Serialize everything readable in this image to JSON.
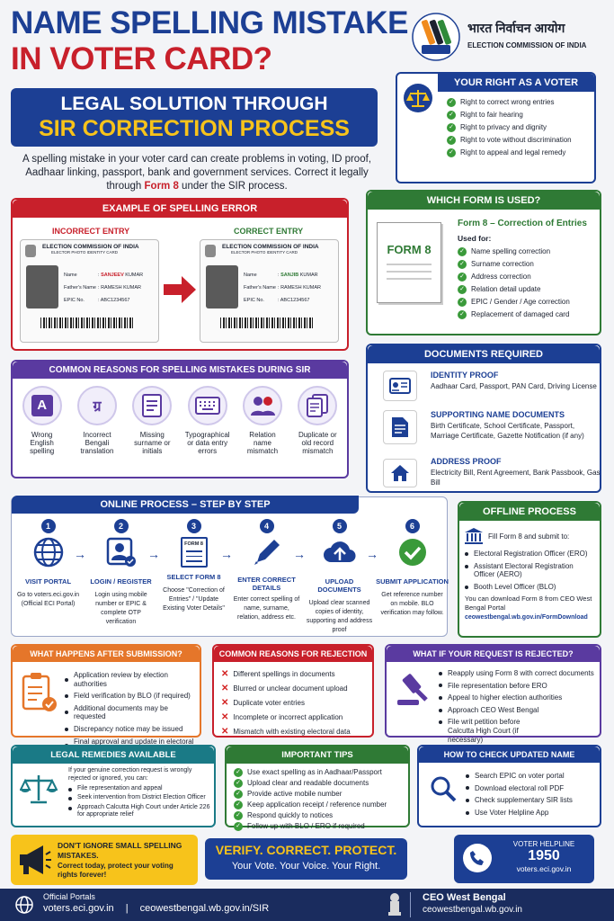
{
  "header": {
    "title_line1": "NAME SPELLING MISTAKE",
    "title_line2": "IN VOTER CARD?",
    "banner_line1": "LEGAL SOLUTION THROUGH",
    "banner_line2": "SIR CORRECTION PROCESS",
    "intro_part1": "A spelling mistake in your voter card can create problems in voting, ID proof, Aadhaar linking, passport, bank and government services. Correct it legally through ",
    "intro_highlight": "Form 8",
    "intro_part2": " under the SIR process.",
    "eci_hindi": "भारत निर्वाचन आयोग",
    "eci_english": "ELECTION COMMISSION OF INDIA"
  },
  "rights": {
    "title": "YOUR RIGHT AS A VOTER",
    "items": [
      "Right to correct wrong entries",
      "Right to fair hearing",
      "Right to privacy and dignity",
      "Right to vote without discrimination",
      "Right to appeal and legal remedy"
    ]
  },
  "example": {
    "title": "EXAMPLE OF SPELLING ERROR",
    "incorrect_label": "INCORRECT ENTRY",
    "correct_label": "CORRECT ENTRY",
    "card_header": "ELECTION COMMISSION OF INDIA",
    "card_sub": "ELECTOR PHOTO IDENTITY CARD",
    "name_label": "Name",
    "father_label": "Father's Name",
    "epic_label": "EPIC No.",
    "incorrect_first": "SANJEEV",
    "correct_first": "SANJIB",
    "surname": "KUMAR",
    "father_value": "RAMESH KUMAR",
    "epic_value": "ABC1234567"
  },
  "which_form": {
    "title": "WHICH FORM IS USED?",
    "form_label": "FORM 8",
    "heading": "Form 8 – Correction of Entries",
    "used_for": "Used for:",
    "items": [
      "Name spelling correction",
      "Surname correction",
      "Address correction",
      "Relation detail update",
      "EPIC / Gender / Age correction",
      "Replacement of damaged card"
    ]
  },
  "reasons": {
    "title": "COMMON REASONS FOR SPELLING MISTAKES DURING SIR",
    "items": [
      {
        "icon": "A",
        "label": "Wrong English spelling"
      },
      {
        "icon": "ग्र",
        "label": "Incorrect Bengali translation"
      },
      {
        "icon": "list-icon",
        "label": "Missing surname or initials"
      },
      {
        "icon": "keyboard-icon",
        "label": "Typographical or data entry errors"
      },
      {
        "icon": "people-icon",
        "label": "Relation name mismatch"
      },
      {
        "icon": "duplicate-icon",
        "label": "Duplicate or old record mismatch"
      }
    ]
  },
  "documents": {
    "title": "DOCUMENTS REQUIRED",
    "items": [
      {
        "heading": "IDENTITY PROOF",
        "text": "Aadhaar Card, Passport, PAN Card, Driving License"
      },
      {
        "heading": "SUPPORTING NAME DOCUMENTS",
        "text": "Birth Certificate, School Certificate, Passport, Marriage Certificate, Gazette Notification (if any)"
      },
      {
        "heading": "ADDRESS PROOF",
        "text": "Electricity Bill, Rent Agreement, Bank Passbook, Gas Bill"
      }
    ]
  },
  "online": {
    "title": "ONLINE PROCESS – STEP BY STEP",
    "steps": [
      {
        "num": "1",
        "title": "VISIT PORTAL",
        "text": "Go to voters.eci.gov.in (Official ECI Portal)"
      },
      {
        "num": "2",
        "title": "LOGIN / REGISTER",
        "text": "Login using mobile number or EPIC & complete OTP verification"
      },
      {
        "num": "3",
        "title": "SELECT FORM 8",
        "text": "Choose \"Correction of Entries\" / \"Update Existing Voter Details\"",
        "icon_text": "FORM 8"
      },
      {
        "num": "4",
        "title": "ENTER CORRECT DETAILS",
        "text": "Enter correct spelling of name, surname, relation, address etc."
      },
      {
        "num": "5",
        "title": "UPLOAD DOCUMENTS",
        "text": "Upload clear scanned copies of identity, supporting and address proof"
      },
      {
        "num": "6",
        "title": "SUBMIT APPLICATION",
        "text": "Get reference number on mobile. BLO verification may follow."
      }
    ]
  },
  "offline": {
    "title": "OFFLINE PROCESS",
    "intro": "Fill Form 8 and submit to:",
    "items": [
      "Electoral Registration Officer (ERO)",
      "Assistant Electoral Registration Officer (AERO)",
      "Booth Level Officer (BLO)"
    ],
    "download_text": "You can download Form 8 from CEO West Bengal Portal",
    "download_link": "ceowestbengal.wb.gov.in/FormDownload"
  },
  "after": {
    "title": "WHAT HAPPENS AFTER SUBMISSION?",
    "items": [
      "Application review by election authorities",
      "Field verification by BLO (if required)",
      "Additional documents may be requested",
      "Discrepancy notice may be issued",
      "Final approval and update in electoral roll"
    ]
  },
  "rejection_reasons": {
    "title": "COMMON REASONS FOR REJECTION",
    "items": [
      "Different spellings in documents",
      "Blurred or unclear document upload",
      "Duplicate voter entries",
      "Incomplete or incorrect application",
      "Mismatch with existing electoral data"
    ]
  },
  "if_rejected": {
    "title": "WHAT IF YOUR REQUEST IS REJECTED?",
    "items": [
      "Reapply using Form 8 with correct documents",
      "File representation before ERO",
      "Appeal to higher election authorities",
      "Approach CEO West Bengal",
      "File writ petition before Calcutta High Court (if necessary)"
    ]
  },
  "legal": {
    "title": "LEGAL REMEDIES AVAILABLE",
    "intro": "If your genuine correction request is wrongly rejected or ignored, you can:",
    "items": [
      "File representation and appeal",
      "Seek intervention from District Election Officer",
      "Approach Calcutta High Court under Article 226 for appropriate relief"
    ]
  },
  "tips": {
    "title": "IMPORTANT TIPS",
    "items": [
      "Use exact spelling as in Aadhaar/Passport",
      "Upload clear and readable documents",
      "Provide active mobile number",
      "Keep application receipt / reference number",
      "Respond quickly to notices",
      "Follow up with BLO / ERO if required"
    ]
  },
  "check": {
    "title": "HOW TO CHECK UPDATED NAME",
    "items": [
      "Search EPIC on voter portal",
      "Download electoral roll PDF",
      "Check supplementary SIR lists",
      "Use Voter Helpline App"
    ]
  },
  "cta": {
    "warning_line1": "DON'T IGNORE SMALL SPELLING MISTAKES.",
    "warning_line2": "Correct today, protect your voting rights forever!",
    "slogan1": "VERIFY. CORRECT. PROTECT.",
    "slogan2": "Your Vote. Your Voice. Your Right.",
    "helpline_label": "VOTER HELPLINE",
    "helpline_number": "1950",
    "helpline_site": "voters.eci.gov.in"
  },
  "footer": {
    "portals_label": "Official Portals",
    "portal1": "voters.eci.gov.in",
    "separator": "|",
    "portal2": "ceowestbengal.wb.gov.in/SIR",
    "ceo_title": "CEO West Bengal",
    "ceo_site": "ceowestbengal.wb.gov.in"
  },
  "colors": {
    "navy": "#1c3f94",
    "red": "#c8202b",
    "yellow": "#f7c31b",
    "green": "#2f7a35",
    "purple": "#5a3aa0",
    "orange": "#e5762a",
    "teal": "#1a7a86"
  }
}
